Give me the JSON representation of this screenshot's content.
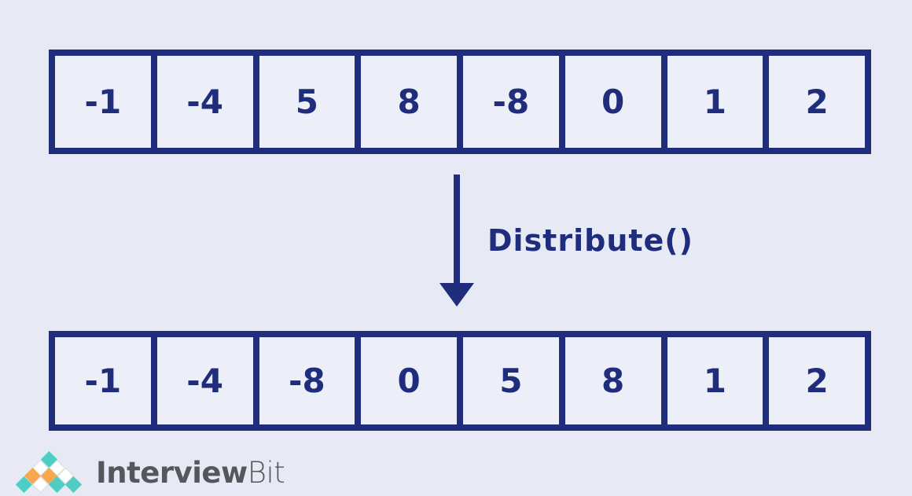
{
  "diagram": {
    "description": "Array before and after Distribute() operation"
  },
  "arrays": {
    "before": {
      "values": [
        "-1",
        "-4",
        "5",
        "8",
        "-8",
        "0",
        "1",
        "2"
      ]
    },
    "after": {
      "values": [
        "-1",
        "-4",
        "-8",
        "0",
        "5",
        "8",
        "1",
        "2"
      ]
    }
  },
  "arrow": {
    "label": "Distribute()",
    "direction": "down"
  },
  "logo": {
    "name_bold": "Interview",
    "name_light": "Bit",
    "mark_rows": [
      [
        "teal"
      ],
      [
        "white",
        "white"
      ],
      [
        "orange",
        "orange",
        "white"
      ],
      [
        "teal",
        "white",
        "teal",
        "teal"
      ]
    ]
  },
  "colors": {
    "navy": "#202d7c",
    "background": "#e7eaf5",
    "cell_background": "#eceef8",
    "teal": "#4ecdc4",
    "orange": "#f5a84e",
    "logo_text_gray": "#56575b"
  }
}
